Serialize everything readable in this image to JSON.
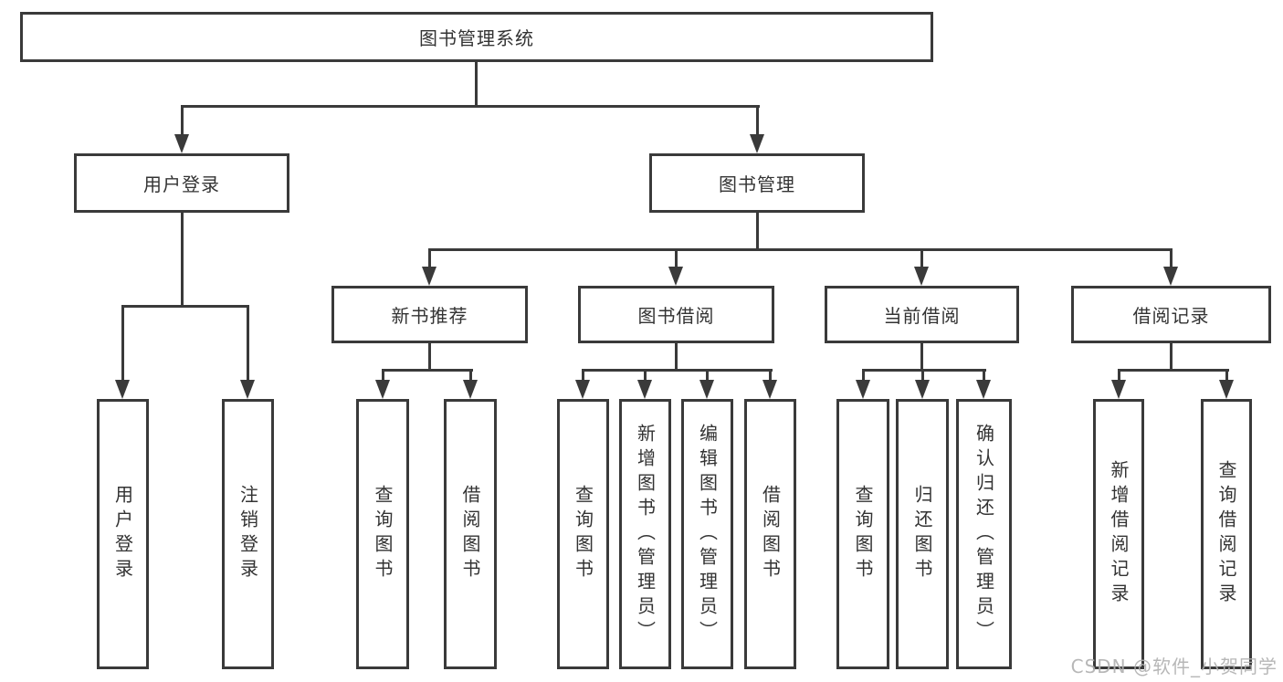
{
  "diagram": {
    "root": {
      "label": "图书管理系统"
    },
    "branches": [
      {
        "label": "用户登录",
        "children": [
          {
            "label": "用户登录"
          },
          {
            "label": "注销登录"
          }
        ]
      },
      {
        "label": "图书管理",
        "children": [
          {
            "label": "新书推荐",
            "children": [
              {
                "label": "查询图书"
              },
              {
                "label": "借阅图书"
              }
            ]
          },
          {
            "label": "图书借阅",
            "children": [
              {
                "label": "查询图书"
              },
              {
                "label": "新增图书（管理员）"
              },
              {
                "label": "编辑图书（管理员）"
              },
              {
                "label": "借阅图书"
              }
            ]
          },
          {
            "label": "当前借阅",
            "children": [
              {
                "label": "查询图书"
              },
              {
                "label": "归还图书"
              },
              {
                "label": "确认归还（管理员）"
              }
            ]
          },
          {
            "label": "借阅记录",
            "children": [
              {
                "label": "新增借阅记录"
              },
              {
                "label": "查询借阅记录"
              }
            ]
          }
        ]
      }
    ]
  },
  "watermark": {
    "text": "CSDN @软件_小贺同学"
  },
  "colors": {
    "line": "#3a3a3a",
    "text": "#333333",
    "background": "#ffffff",
    "watermark": "#b0b0b0"
  }
}
